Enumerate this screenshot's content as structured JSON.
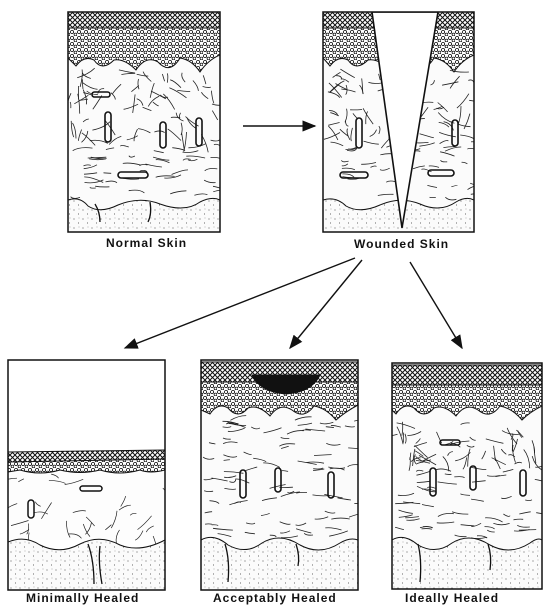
{
  "labels": {
    "normal": "Normal Skin",
    "wounded": "Wounded Skin",
    "minimal": "Minimally Healed",
    "acceptable": "Acceptably Healed",
    "ideal": "Ideally Healed"
  },
  "colors": {
    "ink": "#111111",
    "epidermis_dark": "#1a1a1a",
    "dermis_fill": "#fbfbfb",
    "hypodermis_fill": "#f3f3f3",
    "paper": "#ffffff"
  }
}
